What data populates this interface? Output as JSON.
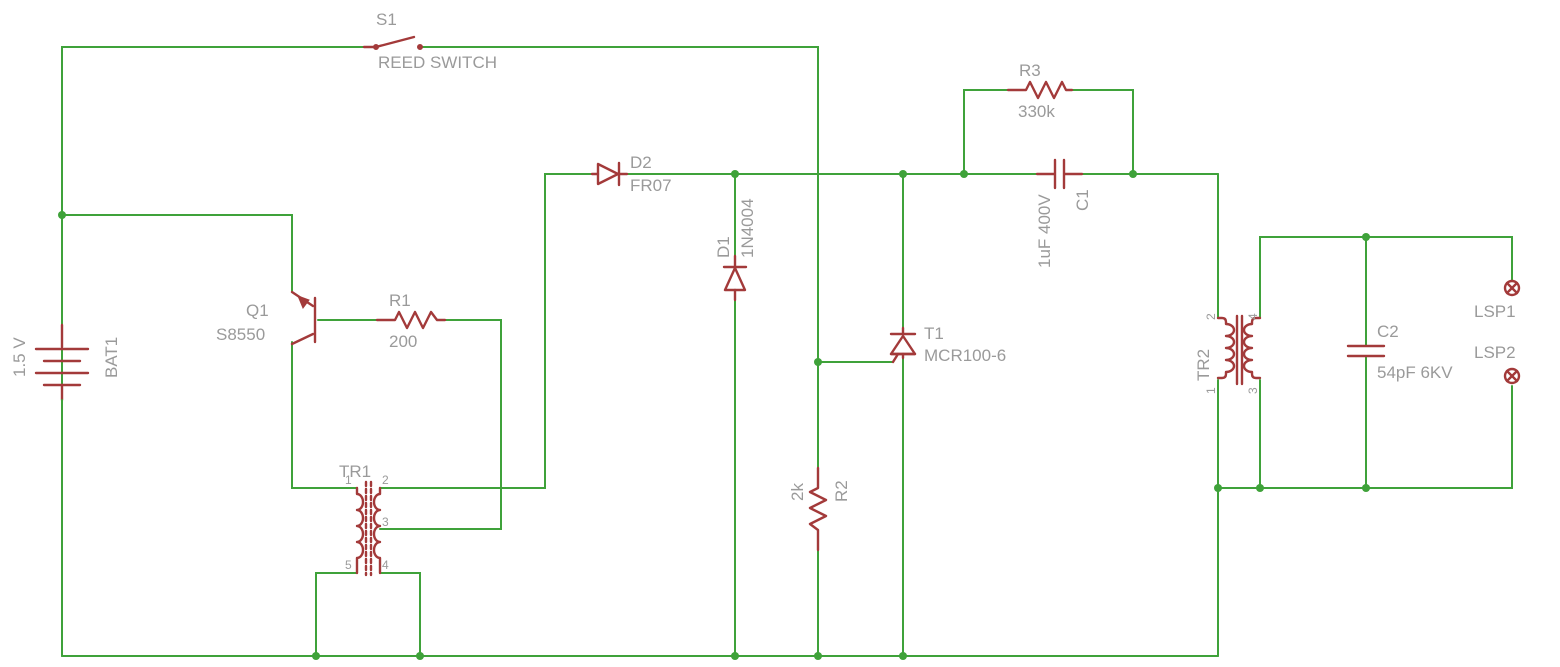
{
  "schematic": {
    "s1": {
      "ref": "S1",
      "value": "REED SWITCH"
    },
    "q1": {
      "ref": "Q1",
      "value": "S8550"
    },
    "r1": {
      "ref": "R1",
      "value": "200"
    },
    "bat1": {
      "ref": "BAT1",
      "value": "1.5 V"
    },
    "tr1": {
      "ref": "TR1",
      "pins": [
        "1",
        "2",
        "3",
        "4",
        "5"
      ]
    },
    "d2": {
      "ref": "D2",
      "value": "FR07"
    },
    "d1": {
      "ref": "D1",
      "value": "1N4004"
    },
    "r2": {
      "ref": "R2",
      "value": "2k"
    },
    "t1": {
      "ref": "T1",
      "value": "MCR100-6"
    },
    "r3": {
      "ref": "R3",
      "value": "330k"
    },
    "c1": {
      "ref": "C1",
      "value": "1uF 400V"
    },
    "tr2": {
      "ref": "TR2",
      "pins": [
        "1",
        "2",
        "3",
        "4"
      ]
    },
    "c2": {
      "ref": "C2",
      "value": "54pF 6KV"
    },
    "lsp1": {
      "ref": "LSP1"
    },
    "lsp2": {
      "ref": "LSP2"
    }
  },
  "colors": {
    "wire": "#3fa23a",
    "part": "#a33a3a",
    "label": "#9a9a9a"
  }
}
